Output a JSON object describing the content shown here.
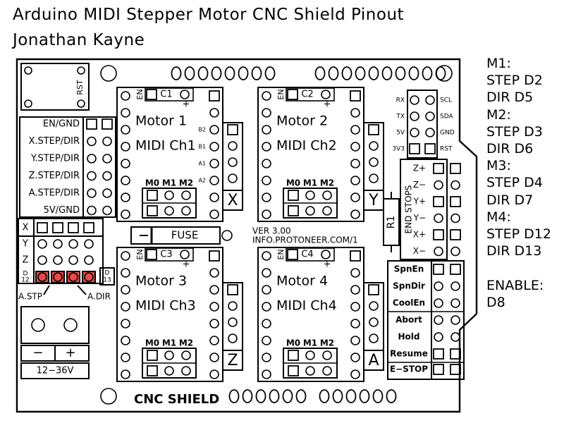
{
  "title": "Arduino MIDI Stepper Motor CNC Shield Pinout",
  "author": "Jonathan Kayne",
  "pin_notes": [
    "M1:",
    "STEP D2",
    "DIR D5",
    "M2:",
    "STEP D3",
    "DIR D6",
    "M3:",
    "STEP D4",
    "DIR D7",
    "M4:",
    "STEP D12",
    "DIR D13",
    "",
    "ENABLE:",
    "D8"
  ],
  "board": {
    "rst": "RST",
    "left_labels": [
      "EN/GND",
      "X.STEP/DIR",
      "Y.STEP/DIR",
      "Z.STEP/DIR",
      "A.STEP/DIR",
      "5V/GND"
    ],
    "clone_axes": [
      "X",
      "Y",
      "Z"
    ],
    "d12": "D\n12",
    "d13": "D\n13",
    "a_stp": "A.STP",
    "a_dir": "A.DIR",
    "power_minus": "−",
    "power_plus": "+",
    "voltage": "12−36V",
    "fuse": "FUSE",
    "version": "VER 3.00",
    "url": "INFO.PROTONEER.COM/1",
    "r1": "R1",
    "shield_name": "CNC SHIELD",
    "en": "EN",
    "ms_labels": [
      "M0",
      "M1",
      "M2"
    ],
    "driver_pins": [
      "B2",
      "B1",
      "A1",
      "A2"
    ],
    "motors": [
      {
        "name": "Motor 1",
        "channel": "MIDI Ch1",
        "cap": "C1",
        "axis": "X"
      },
      {
        "name": "Motor 2",
        "channel": "MIDI Ch2",
        "cap": "C2",
        "axis": "Y"
      },
      {
        "name": "Motor 3",
        "channel": "MIDI Ch3",
        "cap": "C3",
        "axis": "Z"
      },
      {
        "name": "Motor 4",
        "channel": "MIDI Ch4",
        "cap": "C4",
        "axis": "A"
      }
    ],
    "i2c_left": [
      "RX",
      "TX",
      "5V",
      "3V3"
    ],
    "i2c_right": [
      "SCL",
      "SDA",
      "GND",
      "RST"
    ],
    "end_stops_label": "END STOPS",
    "end_stops": [
      "Z+",
      "Z−",
      "Y+",
      "Y−",
      "X+",
      "X−"
    ],
    "controls": [
      "SpnEn",
      "SpnDir",
      "CoolEn",
      "Abort",
      "Hold",
      "Resume",
      "E−STOP"
    ]
  },
  "colors": {
    "ink": "#000000",
    "highlight": "#e84a4a",
    "paper": "#ffffff"
  }
}
